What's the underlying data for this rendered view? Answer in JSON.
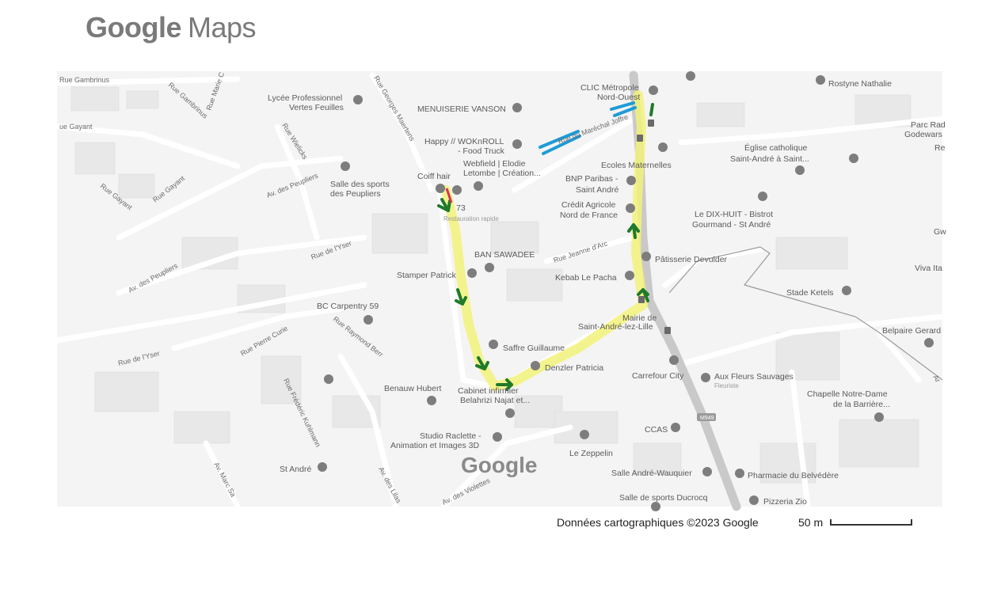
{
  "app": {
    "logo_brand": "Google",
    "logo_product": "Maps"
  },
  "watermark": "Google",
  "attribution": "Données cartographiques ©2023 Google",
  "scale": {
    "label": "50 m"
  },
  "route": {
    "highlight_color": "#f2f27a",
    "arrow_color": "#1f7a2a",
    "start_mark_color": "#d6335a",
    "annotation_color": "#1e9bd7"
  },
  "road_badge": "M949",
  "places": {
    "clic": "CLIC Métropole",
    "clic2": "Nord-Ouest",
    "rostyne": "Rostyne Nathalie",
    "lycee1": "Lycée Professionnel",
    "lycee2": "Vertes Feuilles",
    "menuiserie": "MENUISERIE VANSON",
    "happy1": "Happy // WOKnROLL",
    "happy2": "- Food Truck",
    "webfield1": "Webfield | Elodie",
    "webfield2": "Letombe | Création...",
    "coiff": "Coiff hair",
    "num73": "73",
    "resto": "Restauration rapide",
    "salle_peupliers1": "Salle des sports",
    "salle_peupliers2": "des Peupliers",
    "bnp1": "BNP Paribas -",
    "bnp2": "Saint André",
    "credit1": "Crédit Agricole",
    "credit2": "Nord de France",
    "ecoles": "Ecoles Maternelles",
    "eglise1": "Église catholique",
    "eglise2": "Saint-André à Saint...",
    "parc1": "Parc Rad",
    "parc2": "Godewars",
    "parc3": "Re",
    "dixhuit1": "Le DIX-HUIT - Bistrot",
    "dixhuit2": "Gourmand - St André",
    "ban": "BAN SAWADEE",
    "stamper": "Stamper Patrick",
    "patisserie": "Pâtisserie Devulder",
    "kebab": "Kebab Le Pacha",
    "viva": "Viva Ita",
    "gw": "Gw",
    "stade": "Stade Ketels",
    "bc": "BC Carpentry 59",
    "mairie1": "Mairie de",
    "mairie2": "Saint-André-lez-Lille",
    "belpaire": "Belpaire Gerard",
    "saffre": "Saffre Guillaume",
    "denzler": "Denzler Patricia",
    "carrefour": "Carrefour City",
    "fleurs1": "Aux Fleurs Sauvages",
    "fleurs2": "Fleuriste",
    "benauw": "Benauw Hubert",
    "cabinet1": "Cabinet infirmier",
    "cabinet2": "Belahrizi Najat et...",
    "chapelle1": "Chapelle Notre-Dame",
    "chapelle2": "de la Barrière...",
    "ccas": "CCAS",
    "studio1": "Studio Raclette -",
    "studio2": "Animation et Images 3D",
    "zeppelin": "Le Zeppelin",
    "standre": "St André",
    "wauquier": "Salle André-Wauquier",
    "pharmacie": "Pharmacie du Belvédère",
    "ducroq": "Salle de sports Ducrocq",
    "pizzeria": "Pizzeria Zio"
  },
  "roads": {
    "gambrinus1": "Rue Gambrinus",
    "gambrinus2": "Rue Gambrinus",
    "marie": "Rue Marie C",
    "gayant1": "ue Gayant",
    "gayant2": "Rue Gayant",
    "gayant3": "Rue Gayant",
    "wielicks": "Rue Wielicks",
    "peupliers1": "Av. des Peupliers",
    "peupliers2": "Av. des Peupliers",
    "yser1": "Rue de l'Yser",
    "yser2": "Rue de l'Yser",
    "martens": "Rue Georges Maertens",
    "marechal": "Rue du Maréchal Joffre",
    "jeanne": "Rue Jeanne d'Arc",
    "curie": "Rue Pierre Curie",
    "raymond": "Rue Raymond Berr",
    "kuhlmann": "Rue Frédéric Kuhlmann",
    "marc": "Av. Marc Sa",
    "lilas": "Av. des Lilas",
    "violettes": "Av. des Violettes",
    "ar": "Ar"
  }
}
